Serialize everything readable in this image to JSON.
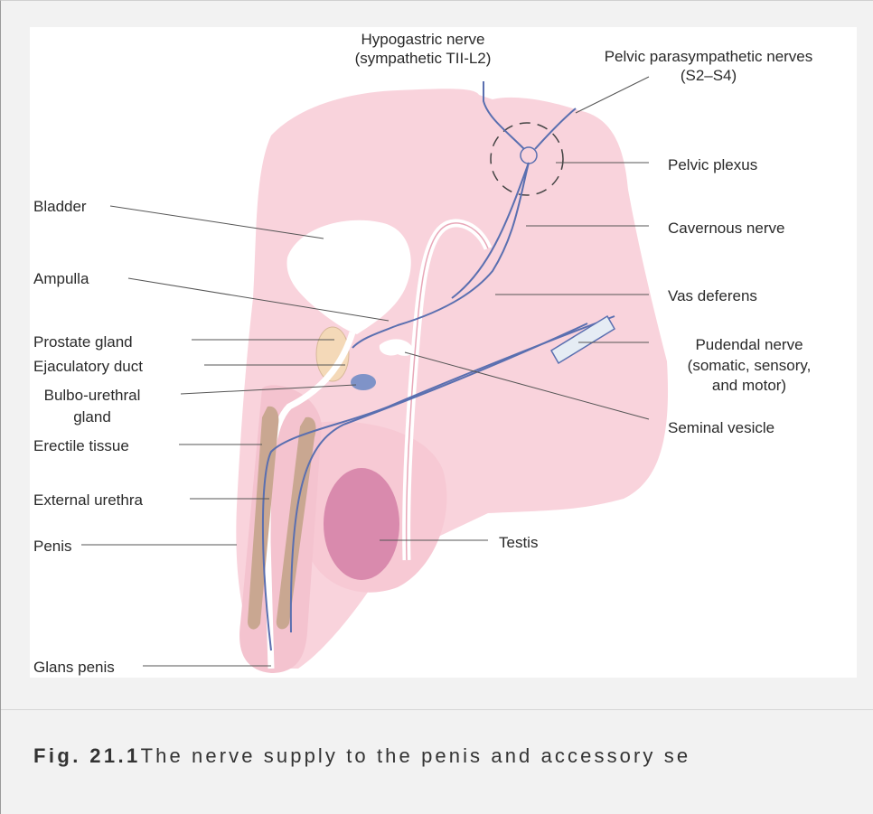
{
  "labels": {
    "hypogastric": "Hypogastric nerve",
    "hypogastric_sub": "(sympathetic TII-L2)",
    "pelvic_para": "Pelvic parasympathetic nerves",
    "pelvic_para_sub": "(S2–S4)",
    "pelvic_plexus": "Pelvic plexus",
    "cavernous_nerve": "Cavernous nerve",
    "vas_deferens": "Vas deferens",
    "pudendal_1": "Pudendal nerve",
    "pudendal_2": "(somatic, sensory,",
    "pudendal_3": "and motor)",
    "seminal_vesicle": "Seminal vesicle",
    "testis": "Testis",
    "bladder": "Bladder",
    "ampulla": "Ampulla",
    "prostate": "Prostate gland",
    "ejaculatory": "Ejaculatory duct",
    "bulbo_1": "Bulbo-urethral",
    "bulbo_2": "gland",
    "erectile": "Erectile tissue",
    "external_urethra": "External urethra",
    "penis": "Penis",
    "glans": "Glans penis"
  },
  "caption": {
    "fig": "Fig. 21.1",
    "text": "The nerve supply to the penis and accessory se"
  },
  "colors": {
    "tissue": "#f9d3dc",
    "nerve": "#5a6fb0",
    "erectile": "#c9a791",
    "testis": "#d47fa6",
    "bulbo": "#7f93c8"
  }
}
